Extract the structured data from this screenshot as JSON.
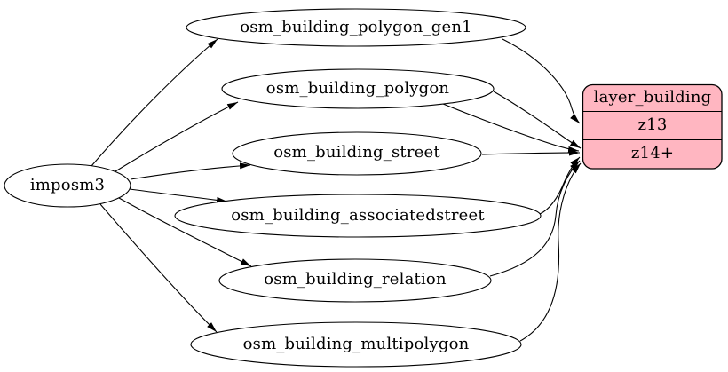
{
  "diagram": {
    "source": {
      "label": "imposm3"
    },
    "tables": [
      {
        "label": "osm_building_polygon_gen1"
      },
      {
        "label": "osm_building_polygon"
      },
      {
        "label": "osm_building_street"
      },
      {
        "label": "osm_building_associatedstreet"
      },
      {
        "label": "osm_building_relation"
      },
      {
        "label": "osm_building_multipolygon"
      }
    ],
    "layer": {
      "title": "layer_building",
      "zoom_rows": [
        "z13",
        "z14+"
      ],
      "fill_color": "#ffb6c1"
    },
    "edges": [
      {
        "from": "imposm3",
        "to": "osm_building_polygon_gen1"
      },
      {
        "from": "imposm3",
        "to": "osm_building_polygon"
      },
      {
        "from": "imposm3",
        "to": "osm_building_street"
      },
      {
        "from": "imposm3",
        "to": "osm_building_associatedstreet"
      },
      {
        "from": "imposm3",
        "to": "osm_building_relation"
      },
      {
        "from": "imposm3",
        "to": "osm_building_multipolygon"
      },
      {
        "from": "osm_building_polygon_gen1",
        "to": "layer_building:z13"
      },
      {
        "from": "osm_building_polygon",
        "to": "layer_building:z14+"
      },
      {
        "from": "osm_building_street",
        "to": "layer_building:z14+"
      },
      {
        "from": "osm_building_associatedstreet",
        "to": "layer_building:z14+"
      },
      {
        "from": "osm_building_relation",
        "to": "layer_building:z14+"
      },
      {
        "from": "osm_building_multipolygon",
        "to": "layer_building:z14+"
      }
    ],
    "colors": {
      "edge": "#000000",
      "node_fill": "#ffffff",
      "background": "#ffffff"
    }
  }
}
